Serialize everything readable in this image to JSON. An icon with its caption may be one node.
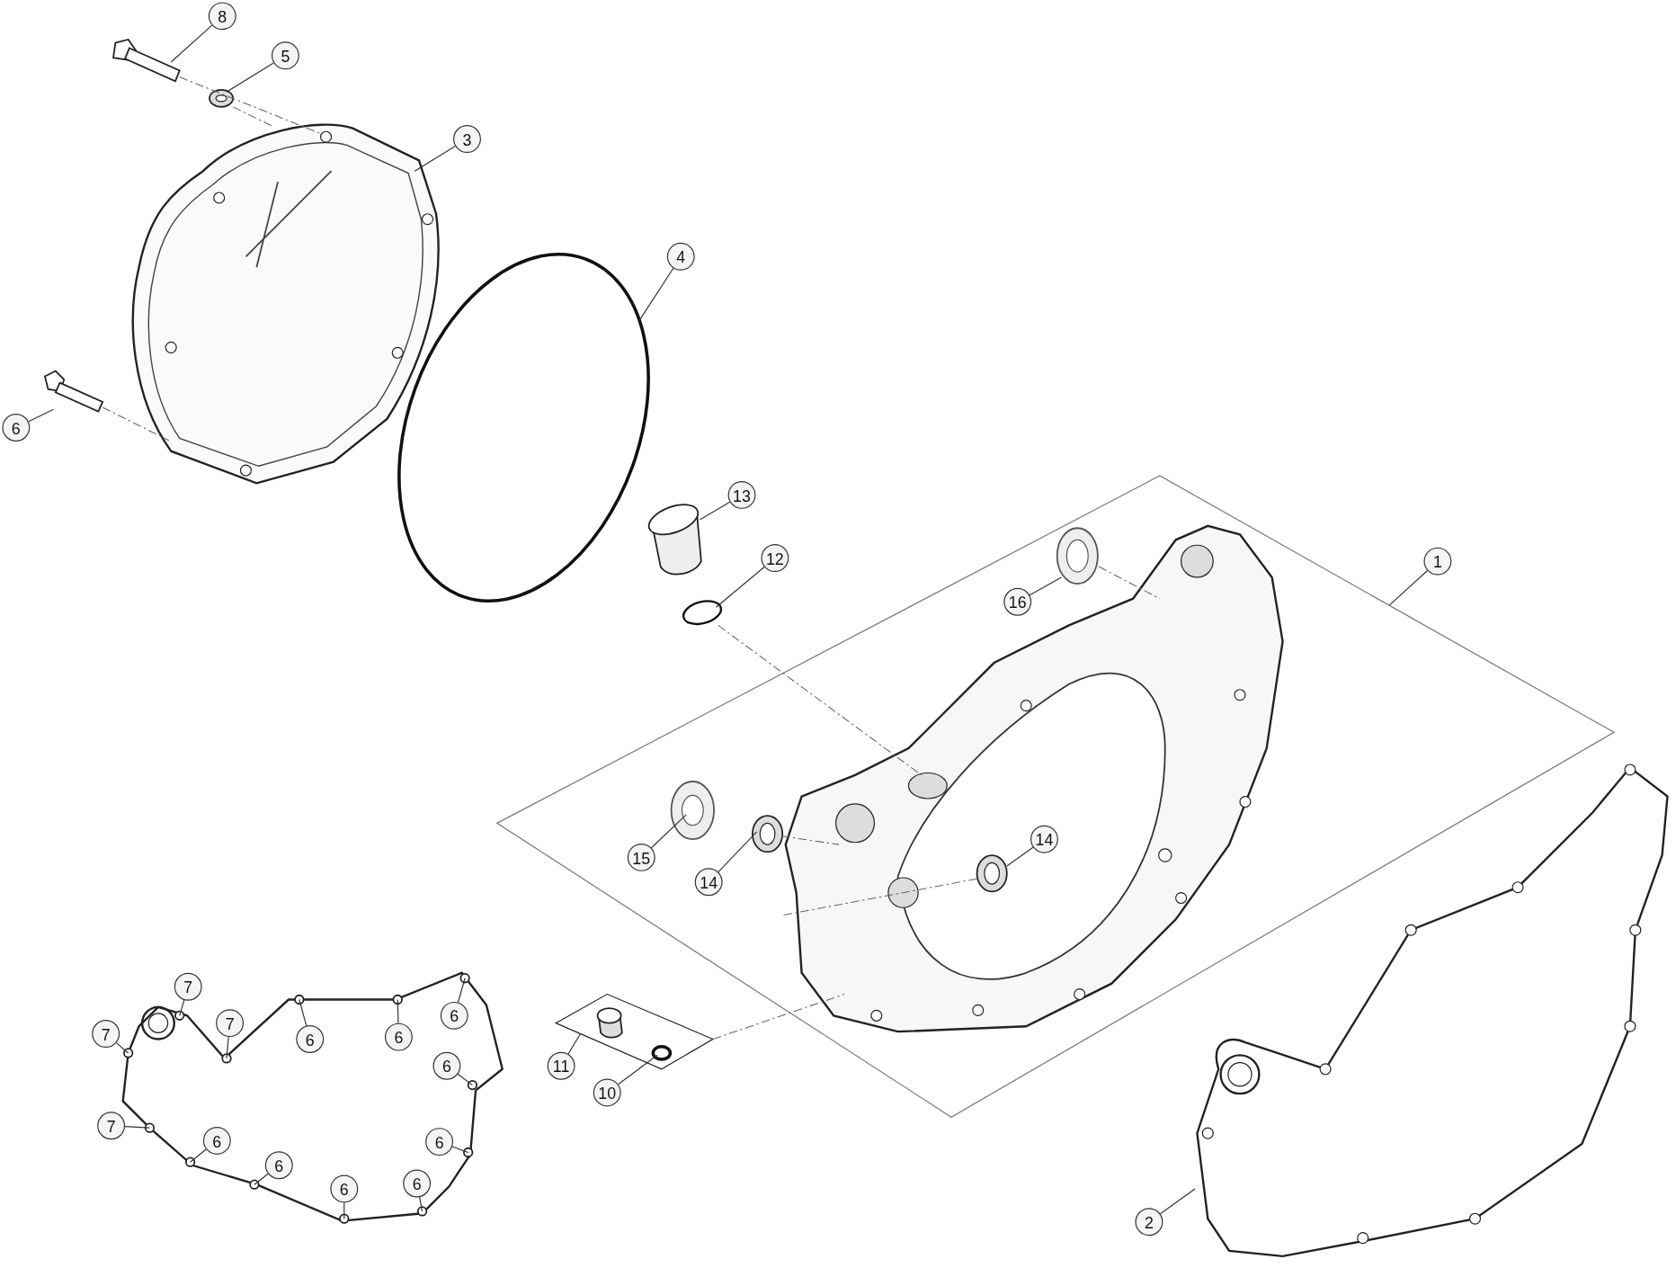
{
  "diagram": {
    "nodes": [
      {
        "text": [
          "8"
        ]
      },
      {
        "text": [
          "5"
        ]
      },
      {
        "text": [
          "3"
        ]
      },
      {
        "text": [
          "4"
        ]
      },
      {
        "text": [
          "6"
        ]
      },
      {
        "text": [
          "13"
        ]
      },
      {
        "text": [
          "1"
        ]
      },
      {
        "text": [
          "12"
        ]
      },
      {
        "text": [
          "16"
        ],
        "in": 35
      },
      {
        "text": [
          "14"
        ],
        "in": 37
      },
      {
        "text": [
          "15"
        ],
        "in": 35
      },
      {
        "text": [
          "14"
        ],
        "in": 35
      },
      {
        "text": [
          "7"
        ],
        "in": 44
      },
      {
        "text": [
          "6"
        ],
        "in": 44
      },
      {
        "text": [
          "7"
        ],
        "in": 44
      },
      {
        "text": [
          "7"
        ]
      },
      {
        "text": [
          "6"
        ],
        "in": 44
      },
      {
        "text": [
          "6"
        ],
        "in": 44
      },
      {
        "text": [
          "6"
        ],
        "in": 44
      },
      {
        "text": [
          "11"
        ]
      },
      {
        "text": [
          "10"
        ]
      },
      {
        "text": [
          "7"
        ]
      },
      {
        "text": [
          "6"
        ],
        "in": 44
      },
      {
        "text": [
          "6"
        ],
        "in": 44
      },
      {
        "text": [
          "6"
        ],
        "in": 44
      },
      {
        "text": [
          "6"
        ],
        "in": 44
      },
      {
        "text": [
          "6"
        ],
        "in": 44
      },
      {
        "text": [
          "2"
        ]
      },
      {
        "text": [],
        "shape": "picture"
      },
      {
        "text": [],
        "shape": "picture"
      },
      {
        "text": [],
        "shape": "picture"
      },
      {
        "text": [],
        "shape": "picture"
      },
      {
        "text": [],
        "shape": "circle"
      },
      {
        "text": [],
        "shape": "cylinder"
      },
      {
        "text": [],
        "shape": "circle"
      },
      {
        "text": [],
        "shape": "box"
      },
      {
        "text": [],
        "shape": "picture",
        "in": 35
      },
      {
        "text": [],
        "shape": "picture",
        "in": 35
      },
      {
        "text": [],
        "shape": "picture",
        "in": 35
      },
      {
        "text": [],
        "shape": "picture",
        "in": 35
      },
      {
        "text": [],
        "shape": "picture",
        "in": 37
      },
      {
        "text": [],
        "shape": "box"
      },
      {
        "text": [],
        "shape": "cylinder",
        "in": 41
      },
      {
        "text": [],
        "shape": "circle",
        "in": 41
      },
      {
        "text": [],
        "shape": "picture"
      },
      {
        "text": [],
        "shape": "picture"
      }
    ],
    "edges": [
      {
        "from": 0,
        "to": 28,
        "arrow": "none"
      },
      {
        "from": 1,
        "to": 29,
        "arrow": "none"
      },
      {
        "from": 2,
        "to": 30,
        "arrow": "none"
      },
      {
        "from": 3,
        "to": 32,
        "arrow": "none"
      },
      {
        "from": 4,
        "to": 31,
        "arrow": "none"
      },
      {
        "from": 5,
        "to": 33,
        "arrow": "none"
      },
      {
        "from": 6,
        "to": 35,
        "arrow": "none"
      },
      {
        "from": 7,
        "to": 34,
        "arrow": "none"
      },
      {
        "from": 8,
        "to": 36,
        "arrow": "none"
      },
      {
        "from": 9,
        "to": 40,
        "arrow": "none"
      },
      {
        "from": 10,
        "to": 38,
        "arrow": "none"
      },
      {
        "from": 11,
        "to": 39,
        "arrow": "none"
      },
      {
        "from": 12,
        "to": 44,
        "arrow": "none"
      },
      {
        "from": 13,
        "to": 44,
        "arrow": "none"
      },
      {
        "from": 14,
        "to": 44,
        "arrow": "none"
      },
      {
        "from": 15,
        "to": 44,
        "arrow": "none"
      },
      {
        "from": 16,
        "to": 44,
        "arrow": "none"
      },
      {
        "from": 17,
        "to": 44,
        "arrow": "none"
      },
      {
        "from": 18,
        "to": 44,
        "arrow": "none"
      },
      {
        "from": 19,
        "to": 41,
        "arrow": "none"
      },
      {
        "from": 20,
        "to": 43,
        "arrow": "none"
      },
      {
        "from": 21,
        "to": 44,
        "arrow": "none"
      },
      {
        "from": 22,
        "to": 44,
        "arrow": "none"
      },
      {
        "from": 23,
        "to": 44,
        "arrow": "none"
      },
      {
        "from": 24,
        "to": 44,
        "arrow": "none"
      },
      {
        "from": 25,
        "to": 44,
        "arrow": "none"
      },
      {
        "from": 26,
        "to": 44,
        "arrow": "none"
      },
      {
        "from": 27,
        "to": 45,
        "arrow": "none"
      },
      {
        "from": 28,
        "to": 30,
        "arrow": "none",
        "style": "dashed"
      },
      {
        "from": 29,
        "to": 30,
        "arrow": "none",
        "style": "dashed"
      },
      {
        "from": 31,
        "to": 30,
        "arrow": "none",
        "style": "dashed"
      },
      {
        "from": 34,
        "to": 37,
        "arrow": "none",
        "style": "dashed"
      },
      {
        "from": 36,
        "to": 37,
        "arrow": "none",
        "style": "dashed"
      },
      {
        "from": 39,
        "to": 37,
        "arrow": "none",
        "style": "dashed"
      },
      {
        "from": 40,
        "to": 37,
        "arrow": "none",
        "style": "dashed"
      },
      {
        "from": 41,
        "to": 37,
        "arrow": "none",
        "style": "dashed"
      }
    ]
  }
}
